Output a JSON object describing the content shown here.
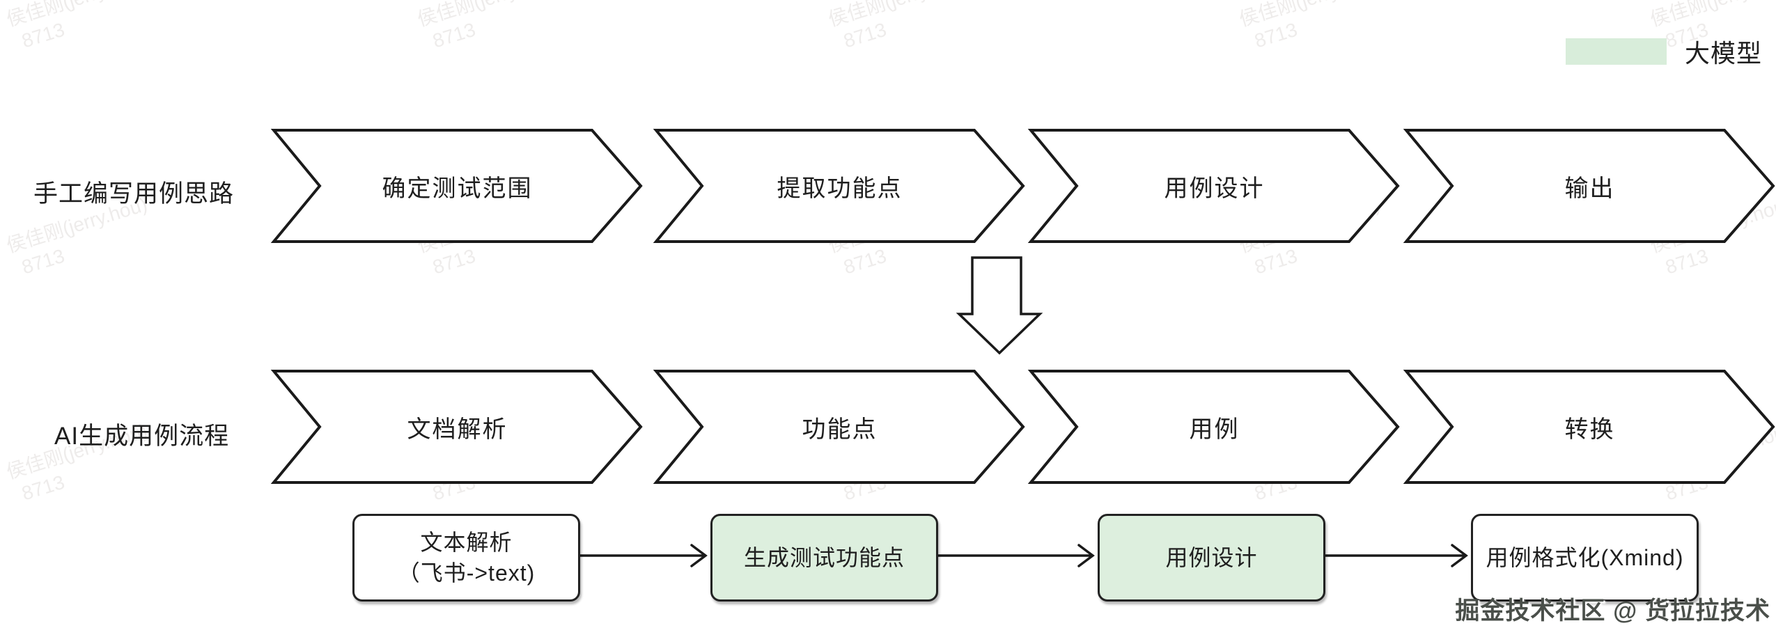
{
  "legend": {
    "label": "大模型",
    "swatch_color": "#d8edda"
  },
  "rows": {
    "manual": {
      "label": "手工编写用例思路",
      "steps": [
        "确定测试范围",
        "提取功能点",
        "用例设计",
        "输出"
      ]
    },
    "ai": {
      "label": "AI生成用例流程",
      "steps": [
        "文档解析",
        "功能点",
        "用例",
        "转换"
      ]
    }
  },
  "detail": {
    "boxes": [
      {
        "lines": [
          "文本解析",
          "（飞书->text)"
        ],
        "highlight": false
      },
      {
        "lines": [
          "生成测试功能点"
        ],
        "highlight": true
      },
      {
        "lines": [
          "用例设计"
        ],
        "highlight": true
      },
      {
        "lines": [
          "用例格式化(Xmind)"
        ],
        "highlight": false
      }
    ],
    "highlight_color": "#ddefde"
  },
  "watermark": {
    "line1": "侯佳刚(jerry.hou)",
    "line2": "8713"
  },
  "footer": {
    "credit": "掘金技术社区 @ 货拉拉技术"
  },
  "colors": {
    "stroke": "#1a1a1a",
    "highlight_green": "#ddefde"
  }
}
